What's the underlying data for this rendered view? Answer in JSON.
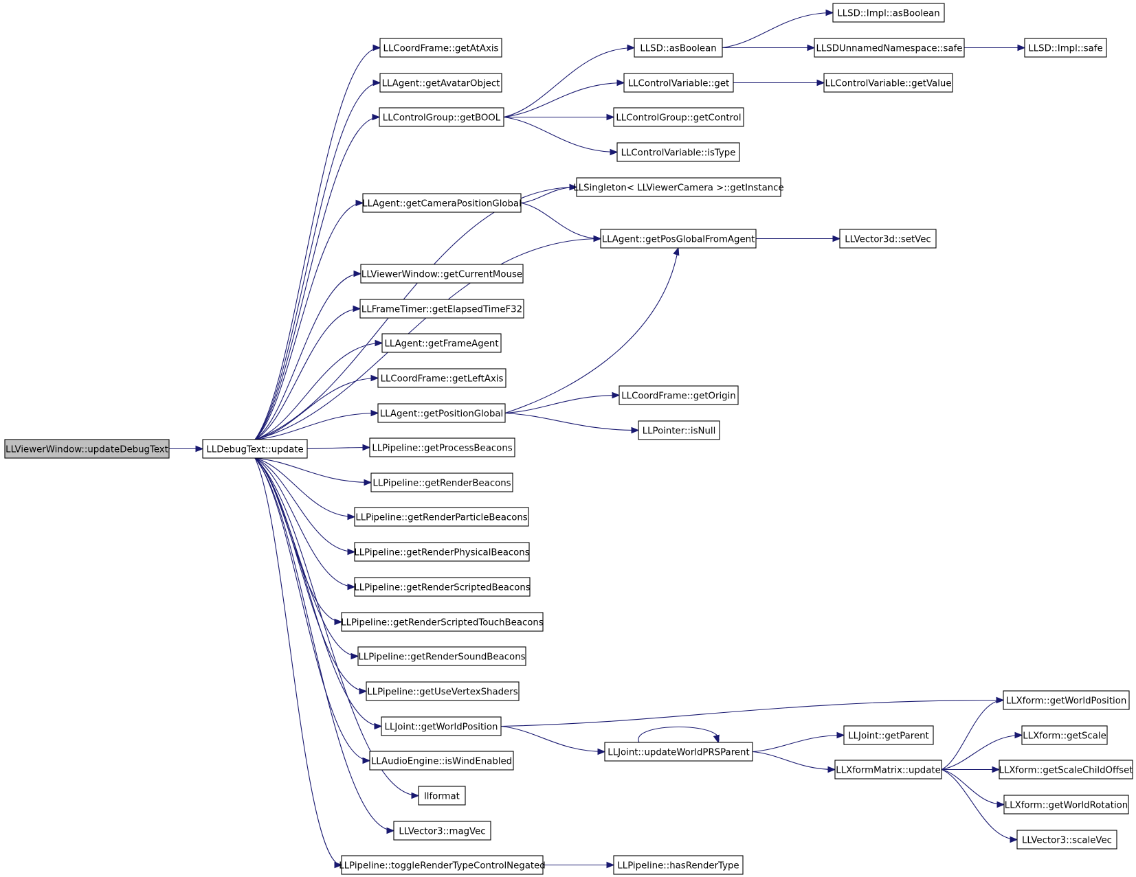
{
  "graph": {
    "colors": {
      "edge": "#191970",
      "node_border": "#000000",
      "root_fill": "#bfbfbf",
      "node_fill": "#ffffff"
    },
    "nodes": [
      {
        "id": "n0",
        "label": "LLViewerWindow::updateDebugText",
        "root": true
      },
      {
        "id": "n1",
        "label": "LLDebugText::update"
      },
      {
        "id": "n2",
        "label": "LLCoordFrame::getAtAxis"
      },
      {
        "id": "n3",
        "label": "LLAgent::getAvatarObject"
      },
      {
        "id": "n4",
        "label": "LLControlGroup::getBOOL"
      },
      {
        "id": "n5",
        "label": "LLSD::asBoolean"
      },
      {
        "id": "n6",
        "label": "LLSD::Impl::asBoolean"
      },
      {
        "id": "n7",
        "label": "LLSDUnnamedNamespace::safe"
      },
      {
        "id": "n8",
        "label": "LLSD::Impl::safe"
      },
      {
        "id": "n9",
        "label": "LLControlVariable::get"
      },
      {
        "id": "n10",
        "label": "LLControlVariable::getValue"
      },
      {
        "id": "n11",
        "label": "LLControlGroup::getControl"
      },
      {
        "id": "n12",
        "label": "LLControlVariable::isType"
      },
      {
        "id": "n13",
        "label": "LLSingleton< LLViewerCamera >::getInstance"
      },
      {
        "id": "n14",
        "label": "LLAgent::getCameraPositionGlobal"
      },
      {
        "id": "n15",
        "label": "LLAgent::getPosGlobalFromAgent"
      },
      {
        "id": "n16",
        "label": "LLVector3d::setVec"
      },
      {
        "id": "n17",
        "label": "LLViewerWindow::getCurrentMouse"
      },
      {
        "id": "n18",
        "label": "LLFrameTimer::getElapsedTimeF32"
      },
      {
        "id": "n19",
        "label": "LLAgent::getFrameAgent"
      },
      {
        "id": "n20",
        "label": "LLCoordFrame::getLeftAxis"
      },
      {
        "id": "n21",
        "label": "LLAgent::getPositionGlobal"
      },
      {
        "id": "n22",
        "label": "LLCoordFrame::getOrigin"
      },
      {
        "id": "n23",
        "label": "LLPointer::isNull"
      },
      {
        "id": "n24",
        "label": "LLPipeline::getProcessBeacons"
      },
      {
        "id": "n25",
        "label": "LLPipeline::getRenderBeacons"
      },
      {
        "id": "n26",
        "label": "LLPipeline::getRenderParticleBeacons"
      },
      {
        "id": "n27",
        "label": "LLPipeline::getRenderPhysicalBeacons"
      },
      {
        "id": "n28",
        "label": "LLPipeline::getRenderScriptedBeacons"
      },
      {
        "id": "n29",
        "label": "LLPipeline::getRenderScriptedTouchBeacons"
      },
      {
        "id": "n30",
        "label": "LLPipeline::getRenderSoundBeacons"
      },
      {
        "id": "n31",
        "label": "LLPipeline::getUseVertexShaders"
      },
      {
        "id": "n32",
        "label": "LLJoint::getWorldPosition"
      },
      {
        "id": "n33",
        "label": "LLXform::getWorldPosition"
      },
      {
        "id": "n34",
        "label": "LLJoint::updateWorldPRSParent"
      },
      {
        "id": "n35",
        "label": "LLJoint::getParent"
      },
      {
        "id": "n36",
        "label": "LLXformMatrix::update"
      },
      {
        "id": "n37",
        "label": "LLXform::getScale"
      },
      {
        "id": "n38",
        "label": "LLXform::getScaleChildOffset"
      },
      {
        "id": "n39",
        "label": "LLXform::getWorldRotation"
      },
      {
        "id": "n40",
        "label": "LLVector3::scaleVec"
      },
      {
        "id": "n41",
        "label": "LLAudioEngine::isWindEnabled"
      },
      {
        "id": "n42",
        "label": "llformat"
      },
      {
        "id": "n43",
        "label": "LLVector3::magVec"
      },
      {
        "id": "n44",
        "label": "LLPipeline::toggleRenderTypeControlNegated"
      },
      {
        "id": "n45",
        "label": "LLPipeline::hasRenderType"
      }
    ],
    "edges": [
      [
        "n0",
        "n1"
      ],
      [
        "n1",
        "n2"
      ],
      [
        "n1",
        "n3"
      ],
      [
        "n1",
        "n4"
      ],
      [
        "n1",
        "n13"
      ],
      [
        "n1",
        "n14"
      ],
      [
        "n1",
        "n15"
      ],
      [
        "n1",
        "n17"
      ],
      [
        "n1",
        "n18"
      ],
      [
        "n1",
        "n19"
      ],
      [
        "n1",
        "n20"
      ],
      [
        "n1",
        "n21"
      ],
      [
        "n1",
        "n24"
      ],
      [
        "n1",
        "n25"
      ],
      [
        "n1",
        "n26"
      ],
      [
        "n1",
        "n27"
      ],
      [
        "n1",
        "n28"
      ],
      [
        "n1",
        "n29"
      ],
      [
        "n1",
        "n30"
      ],
      [
        "n1",
        "n31"
      ],
      [
        "n1",
        "n32"
      ],
      [
        "n1",
        "n41"
      ],
      [
        "n1",
        "n42"
      ],
      [
        "n1",
        "n43"
      ],
      [
        "n1",
        "n44"
      ],
      [
        "n4",
        "n5"
      ],
      [
        "n4",
        "n9"
      ],
      [
        "n4",
        "n11"
      ],
      [
        "n4",
        "n12"
      ],
      [
        "n5",
        "n6"
      ],
      [
        "n5",
        "n7"
      ],
      [
        "n7",
        "n8"
      ],
      [
        "n9",
        "n10"
      ],
      [
        "n14",
        "n13"
      ],
      [
        "n14",
        "n15"
      ],
      [
        "n15",
        "n16"
      ],
      [
        "n21",
        "n15"
      ],
      [
        "n21",
        "n22"
      ],
      [
        "n21",
        "n23"
      ],
      [
        "n32",
        "n33"
      ],
      [
        "n32",
        "n34"
      ],
      [
        "n34",
        "n34"
      ],
      [
        "n34",
        "n35"
      ],
      [
        "n34",
        "n36"
      ],
      [
        "n36",
        "n33"
      ],
      [
        "n36",
        "n37"
      ],
      [
        "n36",
        "n38"
      ],
      [
        "n36",
        "n39"
      ],
      [
        "n36",
        "n40"
      ],
      [
        "n44",
        "n45"
      ]
    ]
  }
}
